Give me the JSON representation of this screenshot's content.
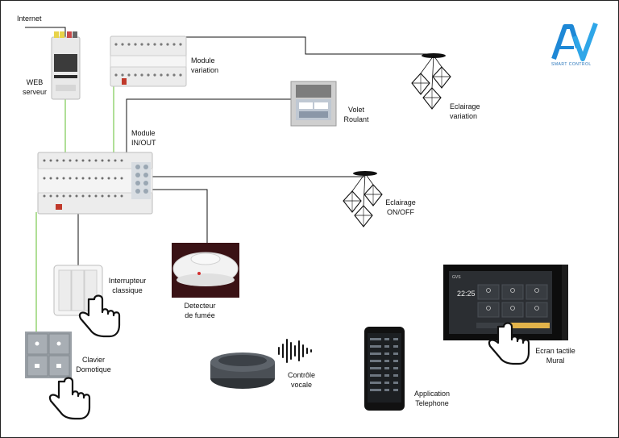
{
  "logo": {
    "mark": "AV",
    "subtitle": "SMART CONTROL",
    "color": "#1e88d6"
  },
  "labels": {
    "internet": "Internet",
    "web_server": "WEB\nserveur",
    "dimmer_module": "Module\nvariation",
    "shutter": "Volet\nRoulant",
    "dimmed_lighting": "Eclairage\nvariation",
    "io_module": "Module\nIN/OUT",
    "onoff_lighting": "Eclairage\nON/OFF",
    "classic_switch": "Interrupteur\nclassique",
    "smoke_detector": "Detecteur\nde fumée",
    "keypad": "Clavier\nDomotique",
    "voice_control": "Contrôle\nvocale",
    "phone_app": "Application\nTelephone",
    "wall_touchscreen": "Ecran tactile\nMural"
  },
  "wire_colors": {
    "power": "#111111",
    "bus": "#8fd16a"
  },
  "icons": [
    "pointing-hand-icon",
    "sound-wave-icon",
    "pendant-lamp-icon"
  ]
}
